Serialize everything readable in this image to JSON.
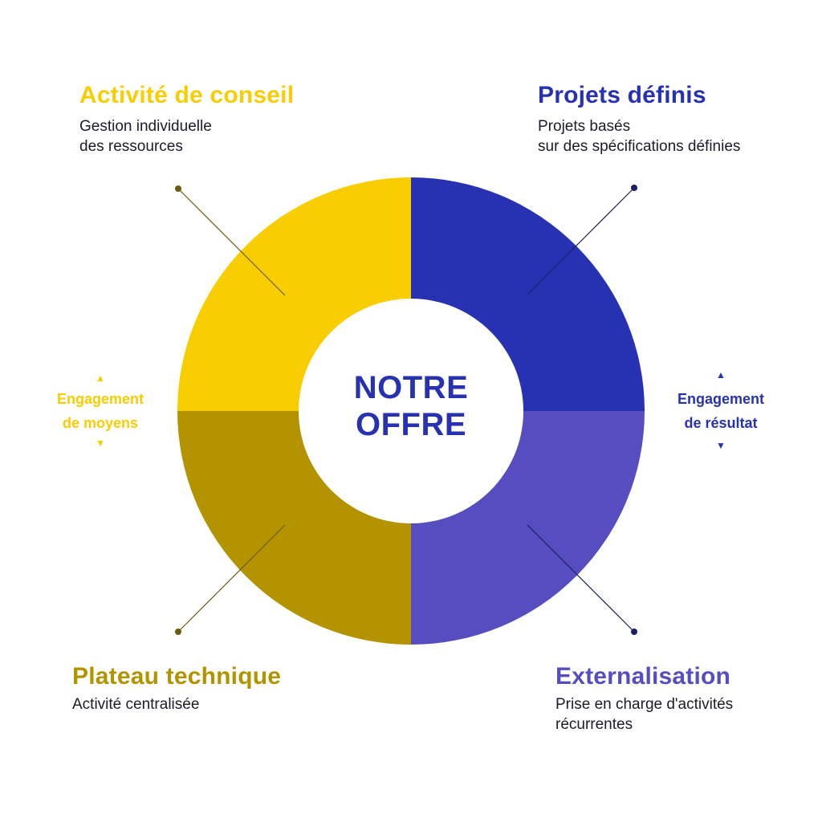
{
  "center": {
    "line1": "NOTRE",
    "line2": "OFFRE",
    "color": "#2732b2"
  },
  "quadrants": {
    "top_left": {
      "title": "Activité de conseil",
      "description_line1": "Gestion individuelle",
      "description_line2": "des ressources",
      "color": "#f8cd02"
    },
    "top_right": {
      "title": "Projets définis",
      "description_line1": "Projets basés",
      "description_line2": "sur des spécifications définies",
      "color": "#2732b2"
    },
    "bottom_left": {
      "title": "Plateau technique",
      "description_line1": "Activité centralisée",
      "color": "#b39400"
    },
    "bottom_right": {
      "title": "Externalisation",
      "description_line1": "Prise en charge d'activités",
      "description_line2": "récurrentes",
      "color": "#564ec0"
    }
  },
  "axes": {
    "left": {
      "line1": "Engagement",
      "line2": "de moyens",
      "color": "#f8cd02",
      "up_arrow": "▲",
      "down_arrow": "▼"
    },
    "right": {
      "line1": "Engagement",
      "line2": "de résultat",
      "color": "#2732b2",
      "up_arrow": "▲",
      "down_arrow": "▼"
    }
  },
  "connector_colors": {
    "top_left": "#6b5a10",
    "top_right": "#1a2060",
    "bottom_left": "#6b5a10",
    "bottom_right": "#1a2060"
  },
  "description_color": "#1b1b2e"
}
